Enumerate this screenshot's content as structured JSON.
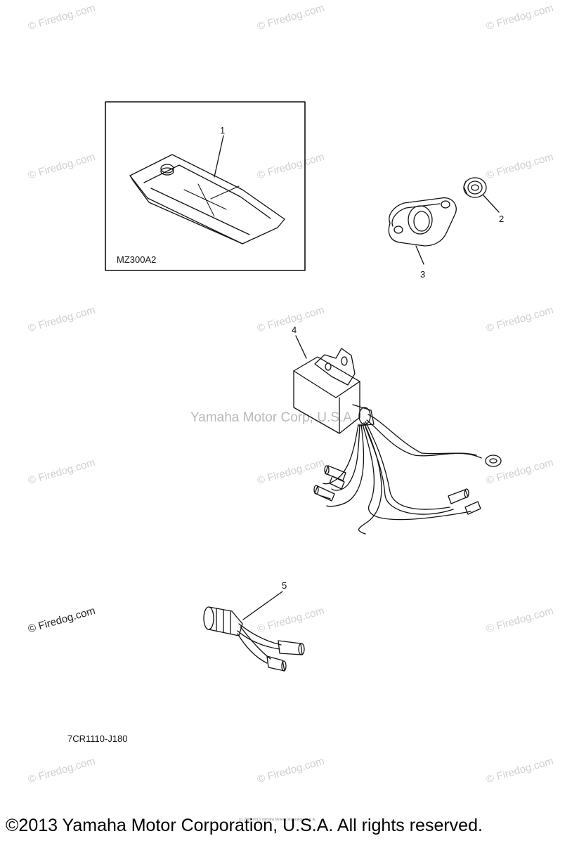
{
  "watermark": "© Firedog.com",
  "center_watermark": "Yamaha Motor Corp, U.S.A.",
  "callouts": [
    "1",
    "2",
    "3",
    "4",
    "5"
  ],
  "kit_code": "MZ300A2",
  "drawing_code": "7CR1110-J180",
  "tiny_copyright": "(c) 2006 2013 Yamaha Motor Corporation, U.S.A.",
  "footer_copyright": "©2013 Yamaha Motor Corporation, U.S.A. All rights reserved."
}
